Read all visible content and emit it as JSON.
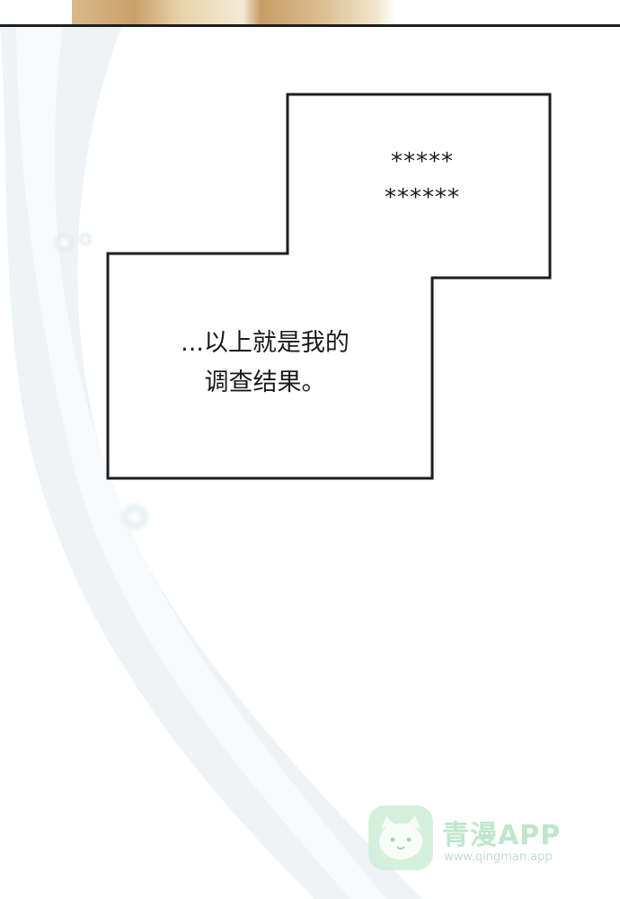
{
  "bubble": {
    "masked_line_1": "*****",
    "masked_line_2": "******"
  },
  "dialog": {
    "line_1": "...以上就是我的",
    "line_2": "调查结果。"
  },
  "watermark": {
    "title": "青漫APP",
    "url": "www.qingman.app",
    "logo_icon": "cat-face-icon"
  },
  "colors": {
    "background": "#ffffff",
    "outline": "#1e1e1e",
    "text": "#1a1a1a",
    "watermark_green": "#bfe6cc"
  }
}
